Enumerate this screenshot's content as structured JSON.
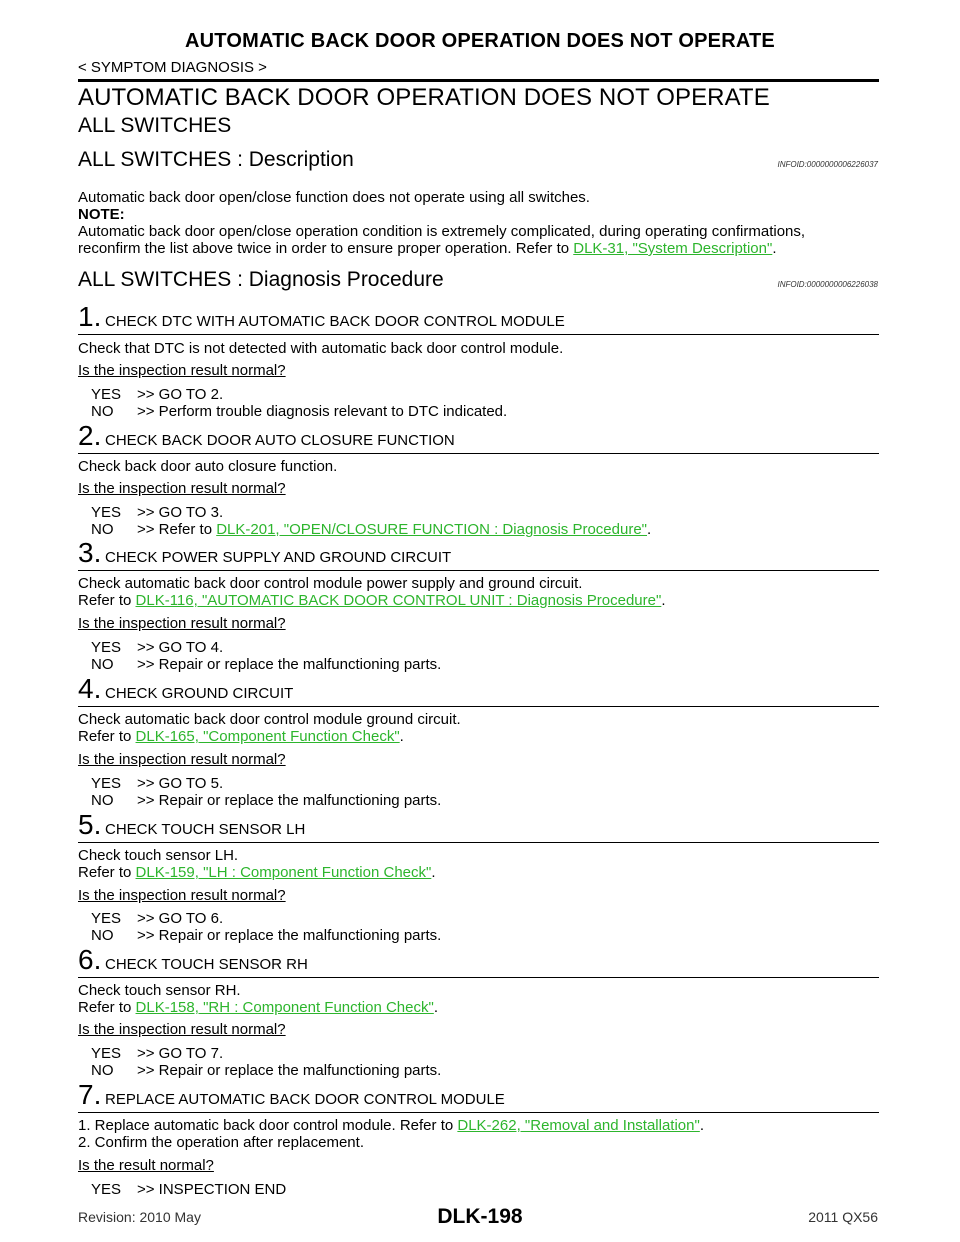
{
  "header": {
    "running_title": "AUTOMATIC BACK DOOR OPERATION DOES NOT OPERATE",
    "breadcrumb": "< SYMPTOM DIAGNOSIS >"
  },
  "section": {
    "title": "AUTOMATIC BACK DOOR OPERATION DOES NOT OPERATE",
    "subtitle": "ALL SWITCHES"
  },
  "description": {
    "heading": "ALL SWITCHES : Description",
    "infoid": "INFOID:0000000006226037",
    "text": "Automatic back door open/close function does not operate using all switches.",
    "note_label": "NOTE:",
    "note_line1": "Automatic back door open/close operation condition is extremely complicated, during operating confirmations,",
    "note_line2": "reconfirm the list above twice in order to ensure proper operation. Refer to ",
    "note_link": "DLK-31, \"System Description\"",
    "note_end": "."
  },
  "procedure": {
    "heading": "ALL SWITCHES : Diagnosis Procedure",
    "infoid": "INFOID:0000000006226038",
    "question": "Is the inspection result normal?",
    "steps": [
      {
        "num": "1.",
        "title": "CHECK DTC WITH AUTOMATIC BACK DOOR CONTROL MODULE",
        "line1": "Check that DTC is not detected with automatic back door control module.",
        "yes": ">> GO TO 2.",
        "no": ">> Perform trouble diagnosis relevant to DTC indicated."
      },
      {
        "num": "2.",
        "title": "CHECK BACK DOOR AUTO CLOSURE FUNCTION",
        "line1": "Check back door auto closure function.",
        "yes": ">> GO TO 3.",
        "no_prefix": ">> Refer to ",
        "no_link": "DLK-201, \"OPEN/CLOSURE FUNCTION : Diagnosis Procedure\"",
        "no_end": "."
      },
      {
        "num": "3.",
        "title": "CHECK POWER SUPPLY AND GROUND CIRCUIT",
        "line1": "Check automatic back door control module power supply and ground circuit.",
        "refer_prefix": "Refer to ",
        "refer_link": "DLK-116, \"AUTOMATIC BACK DOOR CONTROL UNIT : Diagnosis Procedure\"",
        "refer_end": ".",
        "yes": ">> GO TO 4.",
        "no": ">> Repair or replace the malfunctioning parts."
      },
      {
        "num": "4.",
        "title": "CHECK GROUND CIRCUIT",
        "line1": "Check automatic back door control module ground circuit.",
        "refer_prefix": "Refer to ",
        "refer_link": "DLK-165, \"Component Function Check\"",
        "refer_end": ".",
        "yes": ">> GO TO 5.",
        "no": ">> Repair or replace the malfunctioning parts."
      },
      {
        "num": "5.",
        "title": "CHECK TOUCH SENSOR LH",
        "line1": "Check touch sensor LH.",
        "refer_prefix": "Refer to ",
        "refer_link": "DLK-159, \"LH : Component Function Check\"",
        "refer_end": ".",
        "yes": ">> GO TO 6.",
        "no": ">> Repair or replace the malfunctioning parts."
      },
      {
        "num": "6.",
        "title": "CHECK TOUCH SENSOR RH",
        "line1": "Check touch sensor RH.",
        "refer_prefix": "Refer to ",
        "refer_link": "DLK-158, \"RH : Component Function Check\"",
        "refer_end": ".",
        "yes": ">> GO TO 7.",
        "no": ">> Repair or replace the malfunctioning parts."
      },
      {
        "num": "7.",
        "title": "REPLACE AUTOMATIC BACK DOOR CONTROL MODULE",
        "item1_prefix": "1.  Replace automatic back door control module. Refer to ",
        "item1_link": "DLK-262, \"Removal and Installation\"",
        "item1_end": ".",
        "item2": "2.  Confirm the operation after replacement.",
        "question": "Is the result normal?",
        "yes": ">> INSPECTION END"
      }
    ]
  },
  "labels": {
    "yes": "YES",
    "no": "NO"
  },
  "footer": {
    "revision": "Revision: 2010 May",
    "page": "DLK-198",
    "model": "2011 QX56"
  }
}
